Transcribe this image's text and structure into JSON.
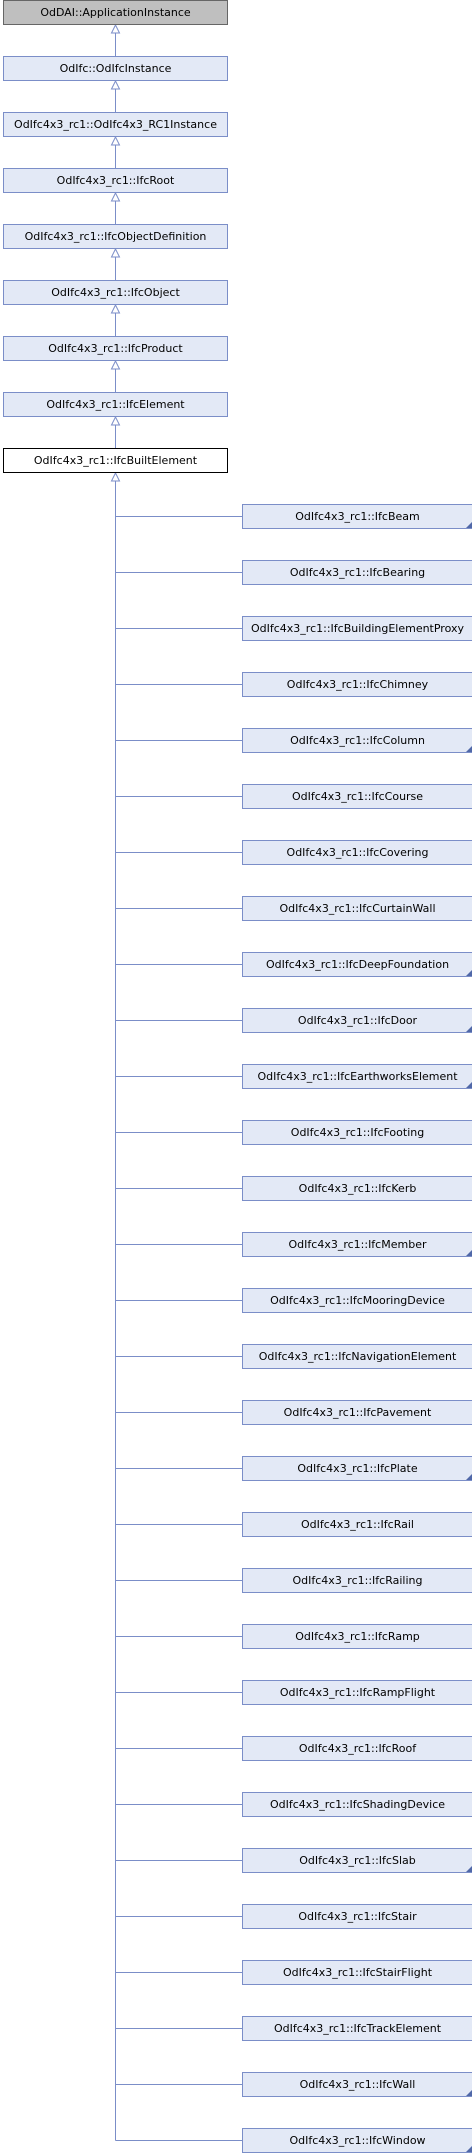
{
  "ancestors": [
    {
      "label": "OdDAI::ApplicationInstance",
      "style": "grey"
    },
    {
      "label": "OdIfc::OdIfcInstance",
      "style": "blue"
    },
    {
      "label": "OdIfc4x3_rc1::OdIfc4x3_RC1Instance",
      "style": "blue"
    },
    {
      "label": "OdIfc4x3_rc1::IfcRoot",
      "style": "blue"
    },
    {
      "label": "OdIfc4x3_rc1::IfcObjectDefinition",
      "style": "blue"
    },
    {
      "label": "OdIfc4x3_rc1::IfcObject",
      "style": "blue"
    },
    {
      "label": "OdIfc4x3_rc1::IfcProduct",
      "style": "blue"
    },
    {
      "label": "OdIfc4x3_rc1::IfcElement",
      "style": "blue"
    }
  ],
  "current": {
    "label": "OdIfc4x3_rc1::IfcBuiltElement"
  },
  "children": [
    {
      "label": "OdIfc4x3_rc1::IfcBeam",
      "has_children": true
    },
    {
      "label": "OdIfc4x3_rc1::IfcBearing",
      "has_children": false
    },
    {
      "label": "OdIfc4x3_rc1::IfcBuildingElementProxy",
      "has_children": false
    },
    {
      "label": "OdIfc4x3_rc1::IfcChimney",
      "has_children": false
    },
    {
      "label": "OdIfc4x3_rc1::IfcColumn",
      "has_children": true
    },
    {
      "label": "OdIfc4x3_rc1::IfcCourse",
      "has_children": false
    },
    {
      "label": "OdIfc4x3_rc1::IfcCovering",
      "has_children": false
    },
    {
      "label": "OdIfc4x3_rc1::IfcCurtainWall",
      "has_children": false
    },
    {
      "label": "OdIfc4x3_rc1::IfcDeepFoundation",
      "has_children": true
    },
    {
      "label": "OdIfc4x3_rc1::IfcDoor",
      "has_children": true
    },
    {
      "label": "OdIfc4x3_rc1::IfcEarthworksElement",
      "has_children": true
    },
    {
      "label": "OdIfc4x3_rc1::IfcFooting",
      "has_children": false
    },
    {
      "label": "OdIfc4x3_rc1::IfcKerb",
      "has_children": false
    },
    {
      "label": "OdIfc4x3_rc1::IfcMember",
      "has_children": true
    },
    {
      "label": "OdIfc4x3_rc1::IfcMooringDevice",
      "has_children": false
    },
    {
      "label": "OdIfc4x3_rc1::IfcNavigationElement",
      "has_children": false
    },
    {
      "label": "OdIfc4x3_rc1::IfcPavement",
      "has_children": false
    },
    {
      "label": "OdIfc4x3_rc1::IfcPlate",
      "has_children": true
    },
    {
      "label": "OdIfc4x3_rc1::IfcRail",
      "has_children": false
    },
    {
      "label": "OdIfc4x3_rc1::IfcRailing",
      "has_children": false
    },
    {
      "label": "OdIfc4x3_rc1::IfcRamp",
      "has_children": false
    },
    {
      "label": "OdIfc4x3_rc1::IfcRampFlight",
      "has_children": false
    },
    {
      "label": "OdIfc4x3_rc1::IfcRoof",
      "has_children": false
    },
    {
      "label": "OdIfc4x3_rc1::IfcShadingDevice",
      "has_children": false
    },
    {
      "label": "OdIfc4x3_rc1::IfcSlab",
      "has_children": true
    },
    {
      "label": "OdIfc4x3_rc1::IfcStair",
      "has_children": false
    },
    {
      "label": "OdIfc4x3_rc1::IfcStairFlight",
      "has_children": false
    },
    {
      "label": "OdIfc4x3_rc1::IfcTrackElement",
      "has_children": false
    },
    {
      "label": "OdIfc4x3_rc1::IfcWall",
      "has_children": true
    },
    {
      "label": "OdIfc4x3_rc1::IfcWindow",
      "has_children": true
    }
  ],
  "colors": {
    "node_fill": "#e3e9f6",
    "node_border": "#7b8ec8",
    "grey_fill": "#bfbfbf",
    "edge": "#7b8ec8",
    "fold_marker": "#5068a8"
  }
}
